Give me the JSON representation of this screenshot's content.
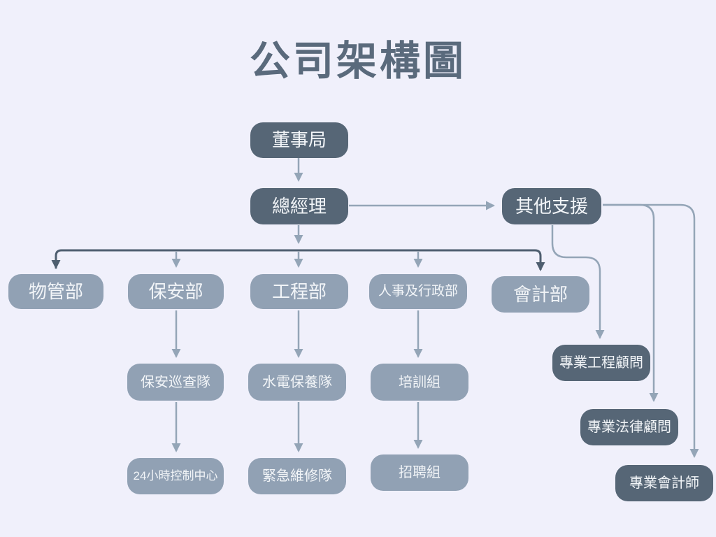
{
  "title": "公司架構圖",
  "colors": {
    "background": "#f0f0fb",
    "dark_box": "#566676",
    "light_box": "#91a1b4",
    "connector_light": "#94a5b7",
    "connector_dark": "#4e5e6f",
    "title_text": "#5a6a7c",
    "box_text": "#f2f5f8"
  },
  "nodes": {
    "board": {
      "label": "董事局"
    },
    "general_manager": {
      "label": "總經理"
    },
    "other_support": {
      "label": "其他支援"
    },
    "property_dept": {
      "label": "物管部"
    },
    "security_dept": {
      "label": "保安部"
    },
    "engineering_dept": {
      "label": "工程部"
    },
    "hr_admin_dept": {
      "label": "人事及行政部"
    },
    "accounting_dept": {
      "label": "會計部"
    },
    "security_patrol_team": {
      "label": "保安巡查隊"
    },
    "utility_maintenance_team": {
      "label": "水電保養隊"
    },
    "training_group": {
      "label": "培訓組"
    },
    "control_center_24h": {
      "label": "24小時控制中心"
    },
    "emergency_repair_team": {
      "label": "緊急維修隊"
    },
    "recruitment_group": {
      "label": "招聘組"
    },
    "professional_engineering_consultant": {
      "label": "專業工程顧問"
    },
    "professional_legal_consultant": {
      "label": "專業法律顧問"
    },
    "professional_accountant": {
      "label": "專業會計師"
    }
  }
}
